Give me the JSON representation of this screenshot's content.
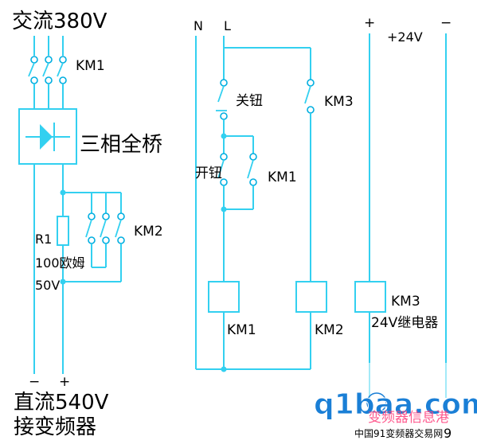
{
  "left_circuit": {
    "ac_label": "交流380V",
    "km1_label": "KM1",
    "bridge_label": "三相全桥",
    "km2_label": "KM2",
    "r1_label": "R1",
    "r1_value": "100欧姆",
    "r1_power": "50V",
    "dc_minus": "−",
    "dc_plus": "+",
    "dc_label": "直流540V",
    "dc_sub": "接变频器"
  },
  "control_circuit": {
    "n_label": "N",
    "l_label": "L",
    "stop_label": "关钮",
    "start_label": "开钮",
    "km1_contact": "KM1",
    "km3_contact": "KM3",
    "km1_coil": "KM1",
    "km2_coil": "KM2"
  },
  "dc24_circuit": {
    "plus_label": "+",
    "voltage_label": "+24V",
    "minus_label": "−",
    "km3_coil": "KM3",
    "relay_label": "24V继电器"
  },
  "watermark": {
    "logo": "q1baa.com",
    "tagline": "变频器信息港",
    "site": "中国91变频器交易网",
    "digit": "9"
  },
  "colors": {
    "wire": "#33d0f0",
    "terminal": "#00aee0",
    "logo_blue": "#1a7fd6",
    "logo_orange": "#f08a1c"
  }
}
